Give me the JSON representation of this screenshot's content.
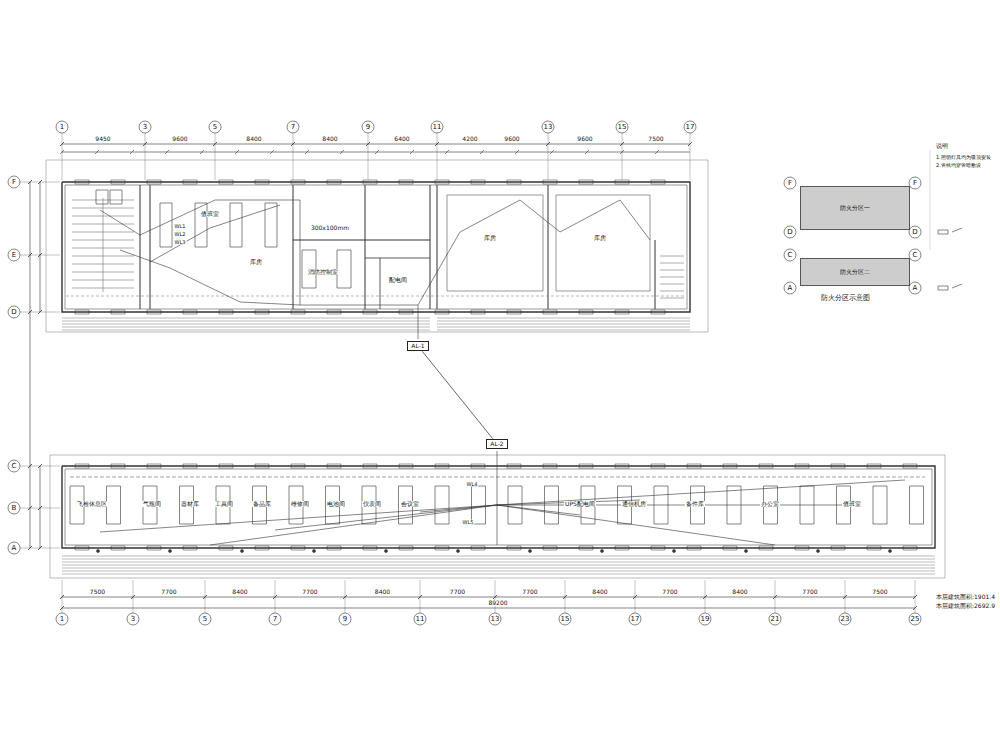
{
  "diagram": {
    "nodes": [
      {
        "text": [
          "防火分区一"
        ]
      },
      {
        "text": [
          "防火分区二"
        ]
      },
      {
        "text": [
          "AL-1"
        ]
      },
      {
        "text": [
          "AL-2"
        ]
      }
    ],
    "edges": [
      {
        "from": 2,
        "to": 3,
        "arrow": "none"
      }
    ],
    "labels": [
      "1",
      "3",
      "5",
      "7",
      "9",
      "11",
      "13",
      "15",
      "17",
      "9450",
      "9600",
      "8400",
      "8400",
      "6400",
      "4200",
      "9600",
      "9600",
      "7500",
      "F",
      "E",
      "D",
      "C",
      "B",
      "A",
      "1",
      "3",
      "5",
      "7",
      "9",
      "11",
      "13",
      "15",
      "17",
      "19",
      "21",
      "23",
      "25",
      "7500",
      "7700",
      "8400",
      "7700",
      "8400",
      "7700",
      "7700",
      "8400",
      "7700",
      "8400",
      "7700",
      "7500",
      "89200",
      "F",
      "F",
      "D",
      "D",
      "C",
      "C",
      "A",
      "A",
      "防火分区示意图",
      "说明",
      "1.照明灯具均为吸顶安装",
      "2.管线均穿管暗敷设",
      "本层建筑面积:1901.4",
      "本层建筑面积:2692.9",
      "值班室",
      "库房",
      "消防控制室",
      "配电间",
      "库房",
      "库房",
      "飞检休息区",
      "气瓶间",
      "器材库",
      "工具间",
      "备品库",
      "维修间",
      "电池间",
      "仪表间",
      "会议室",
      "UPS配电间",
      "通信机房",
      "备件库",
      "办公室",
      "值班室",
      "WL1",
      "WL2",
      "WL3",
      "WL4",
      "WL5",
      "300x100mm"
    ]
  }
}
